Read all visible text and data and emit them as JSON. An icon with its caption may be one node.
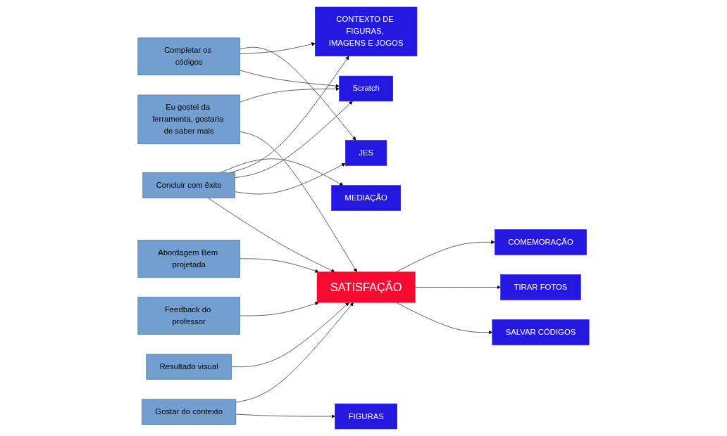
{
  "diagram": {
    "nodes": [
      {
        "text": [
          "Scratch"
        ]
      },
      {
        "text": [
          "Abordagem Bem projetada"
        ]
      },
      {
        "text": [
          "Feedback do professor"
        ]
      },
      {
        "text": [
          "Eu gostei da ferramenta, gostaria de saber mais"
        ]
      },
      {
        "text": [
          "Resultado visual"
        ]
      },
      {
        "text": [
          "MEDIAÇÃO"
        ]
      },
      {
        "text": [
          "CONTEXTO DE FIGURAS, IMAGENS E JOGOS"
        ]
      },
      {
        "text": [
          "Concluir com êxito"
        ]
      },
      {
        "text": [
          "SATISFAÇÃO"
        ]
      },
      {
        "text": [
          "FIGURAS"
        ]
      },
      {
        "text": [
          "JES"
        ]
      },
      {
        "text": [
          "Gostar do contexto"
        ]
      },
      {
        "text": [
          "Completar os códigos"
        ]
      },
      {
        "text": [
          "TIRAR FOTOS"
        ]
      },
      {
        "text": [
          "COMEMORAÇÃO"
        ]
      },
      {
        "text": [
          "SALVAR CÓDIGOS"
        ]
      }
    ],
    "edges": [
      {
        "from": 3,
        "to": 0,
        "arrow": "to"
      },
      {
        "from": 3,
        "to": 8,
        "arrow": "to"
      },
      {
        "from": 1,
        "to": 8,
        "arrow": "to"
      },
      {
        "from": 2,
        "to": 8,
        "arrow": "to"
      },
      {
        "from": 4,
        "to": 8,
        "arrow": "to"
      },
      {
        "from": 7,
        "to": 5,
        "arrow": "to"
      },
      {
        "from": 7,
        "to": 6,
        "arrow": "to"
      },
      {
        "from": 7,
        "to": 0,
        "arrow": "to"
      },
      {
        "from": 7,
        "to": 10,
        "arrow": "to"
      },
      {
        "from": 7,
        "to": 8,
        "arrow": "to"
      },
      {
        "from": 12,
        "to": 10,
        "arrow": "to"
      },
      {
        "from": 12,
        "to": 6,
        "arrow": "to"
      },
      {
        "from": 12,
        "to": 0,
        "arrow": "to"
      },
      {
        "from": 8,
        "to": 14,
        "arrow": "to"
      },
      {
        "from": 8,
        "to": 13,
        "arrow": "to"
      },
      {
        "from": 8,
        "to": 15,
        "arrow": "to"
      },
      {
        "from": 11,
        "to": 8,
        "arrow": "to"
      },
      {
        "from": 11,
        "to": 9,
        "arrow": "to"
      }
    ]
  }
}
